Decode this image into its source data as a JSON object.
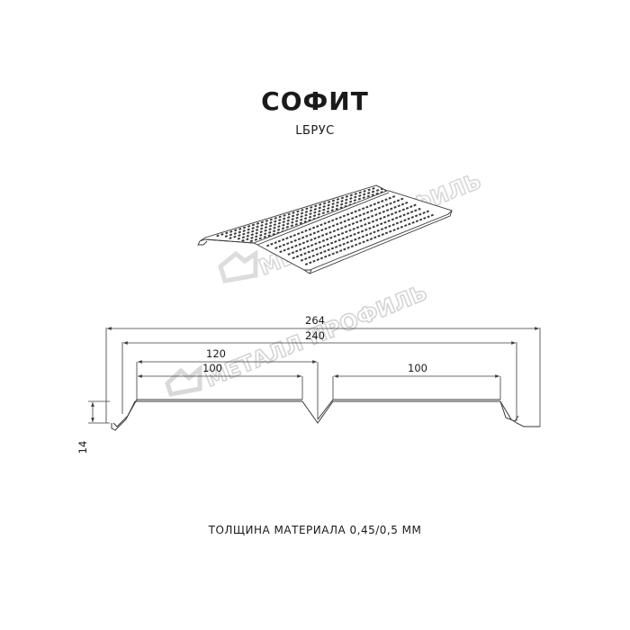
{
  "title": "СОФИТ",
  "subtitle": "LБРУС",
  "thickness_note": "ТОЛЩИНА МАТЕРИАЛА 0,45/0,5 ММ",
  "watermark": "МЕТАЛЛ ПРОФИЛЬ",
  "dimensions": {
    "overall": "264",
    "effective": "240",
    "pitch": "120",
    "left_panel": "100",
    "right_panel": "100",
    "height": "14"
  },
  "colors": {
    "line": "#3a3a3a",
    "watermark": "#d9d9d9"
  }
}
